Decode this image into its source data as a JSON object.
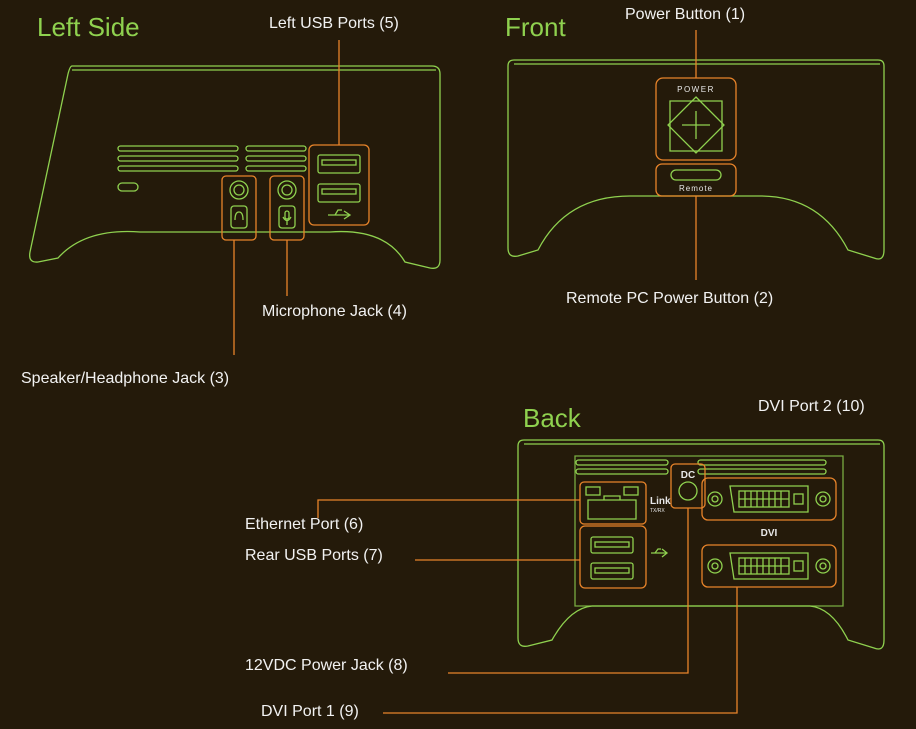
{
  "views": {
    "left_side": "Left Side",
    "front": "Front",
    "back": "Back"
  },
  "callouts": {
    "left_usb": "Left USB Ports (5)",
    "microphone": "Microphone Jack (4)",
    "speaker": "Speaker/Headphone Jack (3)",
    "power_button": "Power Button (1)",
    "remote_pc": "Remote PC Power Button (2)",
    "dvi2": "DVI Port 2 (10)",
    "ethernet": "Ethernet Port (6)",
    "rear_usb": "Rear USB Ports (7)",
    "power_jack": "12VDC Power Jack (8)",
    "dvi1": "DVI Port 1 (9)"
  },
  "device_labels": {
    "power": "POWER",
    "remote": "Remote",
    "dc": "DC",
    "link": "Link",
    "txrx": "TX/RX",
    "dvi": "DVI"
  },
  "colors": {
    "background": "#241a0a",
    "device_outline": "#8fd14f",
    "highlight": "#e8842a",
    "text": "#f2f2f2"
  }
}
